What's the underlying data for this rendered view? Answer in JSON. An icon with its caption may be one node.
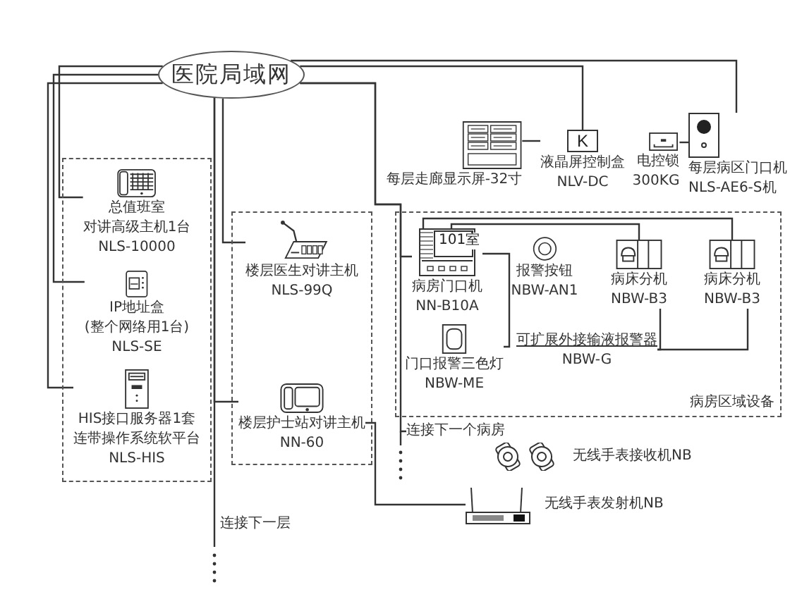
{
  "diagram": {
    "nodes": [
      {
        "text": [
          "医院局域网"
        ]
      },
      {
        "text": [],
        "shape": "box"
      },
      {
        "text": [
          "总值班室",
          "对讲高级主机1台",
          "NLS-10000"
        ],
        "in": 1
      },
      {
        "text": [
          "IP地址盒",
          "(整个网络用1台)",
          "NLS-SE"
        ],
        "in": 1
      },
      {
        "text": [
          "HIS接口服务器1套",
          "连带操作系统软平台",
          "NLS-HIS"
        ],
        "in": 1
      },
      {
        "text": [],
        "shape": "box"
      },
      {
        "text": [
          "楼层医生对讲主机",
          "NLS-99Q"
        ],
        "in": 5
      },
      {
        "text": [
          "楼层护士站对讲主机",
          "NN-60"
        ],
        "in": 5
      },
      {
        "text": [
          "每层走廊显示屏-32寸"
        ]
      },
      {
        "text": [
          "K",
          "液晶屏控制盒",
          "NLV-DC"
        ]
      },
      {
        "text": [
          "电控锁",
          "300KG"
        ]
      },
      {
        "text": [
          "每层病区门口机",
          "NLS-AE6-S机"
        ]
      },
      {
        "text": [
          "病房区域设备"
        ]
      },
      {
        "text": [
          "101室",
          "病房门口机",
          "NN-B10A"
        ],
        "in": 12
      },
      {
        "text": [
          "报警按钮",
          "NBW-AN1"
        ],
        "in": 12
      },
      {
        "text": [
          "病床分机",
          "NBW-B3"
        ],
        "in": 12
      },
      {
        "text": [
          "病床分机",
          "NBW-B3"
        ],
        "in": 12
      },
      {
        "text": [
          "可扩展外接输液报警器",
          "NBW-G"
        ],
        "in": 12
      },
      {
        "text": [
          "门口报警三色灯",
          "NBW-ME"
        ],
        "in": 12
      },
      {
        "text": [
          "无线手表接收机NB"
        ]
      },
      {
        "text": [
          "无线手表发射机NB"
        ]
      },
      {
        "text": [
          "连接下一个病房"
        ]
      }
    ],
    "edges": [
      {
        "from": 0,
        "to": 2,
        "arrow": "none"
      },
      {
        "from": 0,
        "to": 3,
        "arrow": "none"
      },
      {
        "from": 0,
        "to": 4,
        "arrow": "none"
      },
      {
        "from": 0,
        "to": 6,
        "arrow": "none"
      },
      {
        "from": 0,
        "to": 7,
        "arrow": "none"
      },
      {
        "from": 0,
        "to": 9,
        "arrow": "none"
      },
      {
        "from": 0,
        "to": 11,
        "arrow": "none"
      },
      {
        "from": 0,
        "to": 13,
        "arrow": "none"
      },
      {
        "from": 8,
        "to": 9,
        "arrow": "none"
      },
      {
        "from": 10,
        "to": 11,
        "arrow": "none"
      },
      {
        "from": 13,
        "to": 15,
        "arrow": "none"
      },
      {
        "from": 13,
        "to": 16,
        "arrow": "none"
      },
      {
        "from": 13,
        "to": 18,
        "arrow": "none"
      },
      {
        "from": 17,
        "to": 15,
        "arrow": "none"
      },
      {
        "from": 17,
        "to": 16,
        "arrow": "none"
      },
      {
        "from": 7,
        "to": 20,
        "arrow": "none"
      },
      {
        "from": 0,
        "to": null,
        "arrow": "none"
      },
      {
        "from": 0,
        "to": 21,
        "arrow": "none"
      }
    ],
    "labels": [
      "连接下一层"
    ]
  }
}
